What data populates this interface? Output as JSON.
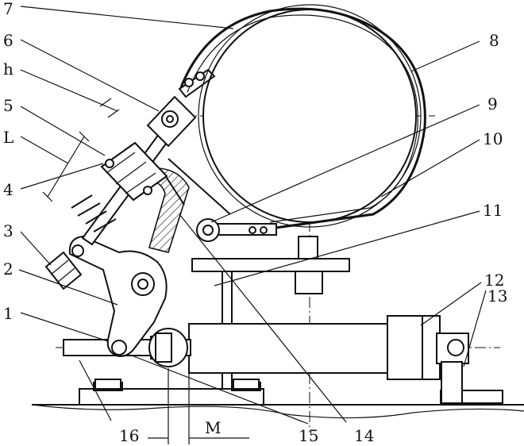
{
  "labels": {
    "n1": "1",
    "n2": "2",
    "n3": "3",
    "n4": "4",
    "n5": "5",
    "n6": "6",
    "n7": "7",
    "n8": "8",
    "n9": "9",
    "n10": "10",
    "n11": "11",
    "n12": "12",
    "n13": "13",
    "n14": "14",
    "n15": "15",
    "n16": "16",
    "h": "h",
    "L": "L",
    "M": "M"
  },
  "colors": {
    "ink": "#111111",
    "paper": "#ffffff"
  }
}
